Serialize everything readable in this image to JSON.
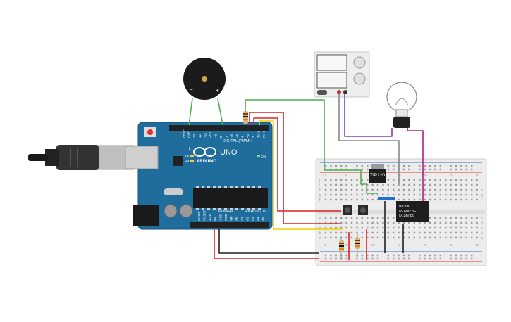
{
  "arduino": {
    "brand": "ARDUINO",
    "model": "UNO",
    "digital_label": "DIGITAL (PWM~)",
    "power_label": "POWER",
    "analog_label": "ANALOG IN",
    "on_label": "ON",
    "tx_label": "TX",
    "rx_label": "RX",
    "l_label": "L",
    "digital_pins": [
      "AREF",
      "GND",
      "13",
      "12",
      "~11",
      "~10",
      "~9",
      "8",
      "7",
      "~6",
      "~5",
      "4",
      "~3",
      "2",
      "TX 1",
      "RX 0"
    ],
    "power_pins": [
      "IOREF",
      "RESET",
      "3.3V",
      "5V",
      "GND",
      "GND",
      "Vin"
    ],
    "analog_pins": [
      "A0",
      "A1",
      "A2",
      "A3",
      "A4",
      "A5"
    ]
  },
  "buzzer": {
    "minus": "−",
    "plus": "+"
  },
  "transistor": {
    "label": "TIP120"
  },
  "relay": {
    "line1": "UA-5-6",
    "line2": "5A 125V AC",
    "line3": "5A 24V DC"
  },
  "breadboard": {
    "col_numbers": [
      "1",
      "5",
      "10",
      "15",
      "20",
      "25",
      "30"
    ],
    "row_letters": [
      "a",
      "b",
      "c",
      "d",
      "e",
      "f",
      "g",
      "h",
      "i",
      "j"
    ]
  },
  "colors": {
    "arduino": "#1f6d9c",
    "wire_red": "#e02020",
    "wire_black": "#202020",
    "wire_green": "#4caf50",
    "wire_yellow": "#f0d000",
    "wire_magenta": "#b0207a",
    "wire_gray": "#888888",
    "wire_blue": "#1e73c8"
  }
}
